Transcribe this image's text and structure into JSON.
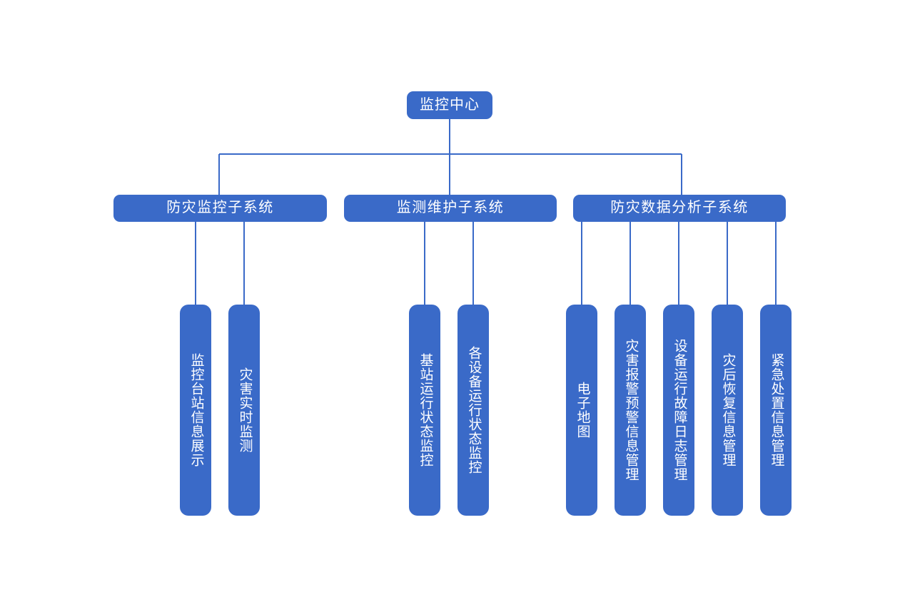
{
  "diagram": {
    "type": "organizational-tree",
    "theme_color": "#3a6ac8",
    "text_color": "#ffffff",
    "background_color": "#ffffff",
    "connector_color": "#3a6ac8",
    "root": {
      "label": "监控中心"
    },
    "subsystems": [
      {
        "label": "防灾监控子系统",
        "children": [
          {
            "label": "监控台站信息展示"
          },
          {
            "label": "灾害实时监测"
          }
        ]
      },
      {
        "label": "监测维护子系统",
        "children": [
          {
            "label": "基站运行状态监控"
          },
          {
            "label": "各设备运行状态监控"
          }
        ]
      },
      {
        "label": "防灾数据分析子系统",
        "children": [
          {
            "label": "电子地图"
          },
          {
            "label": "灾害报警预警信息管理"
          },
          {
            "label": "设备运行故障日志管理"
          },
          {
            "label": "灾后恢复信息管理"
          },
          {
            "label": "紧急处置信息管理"
          }
        ]
      }
    ]
  }
}
